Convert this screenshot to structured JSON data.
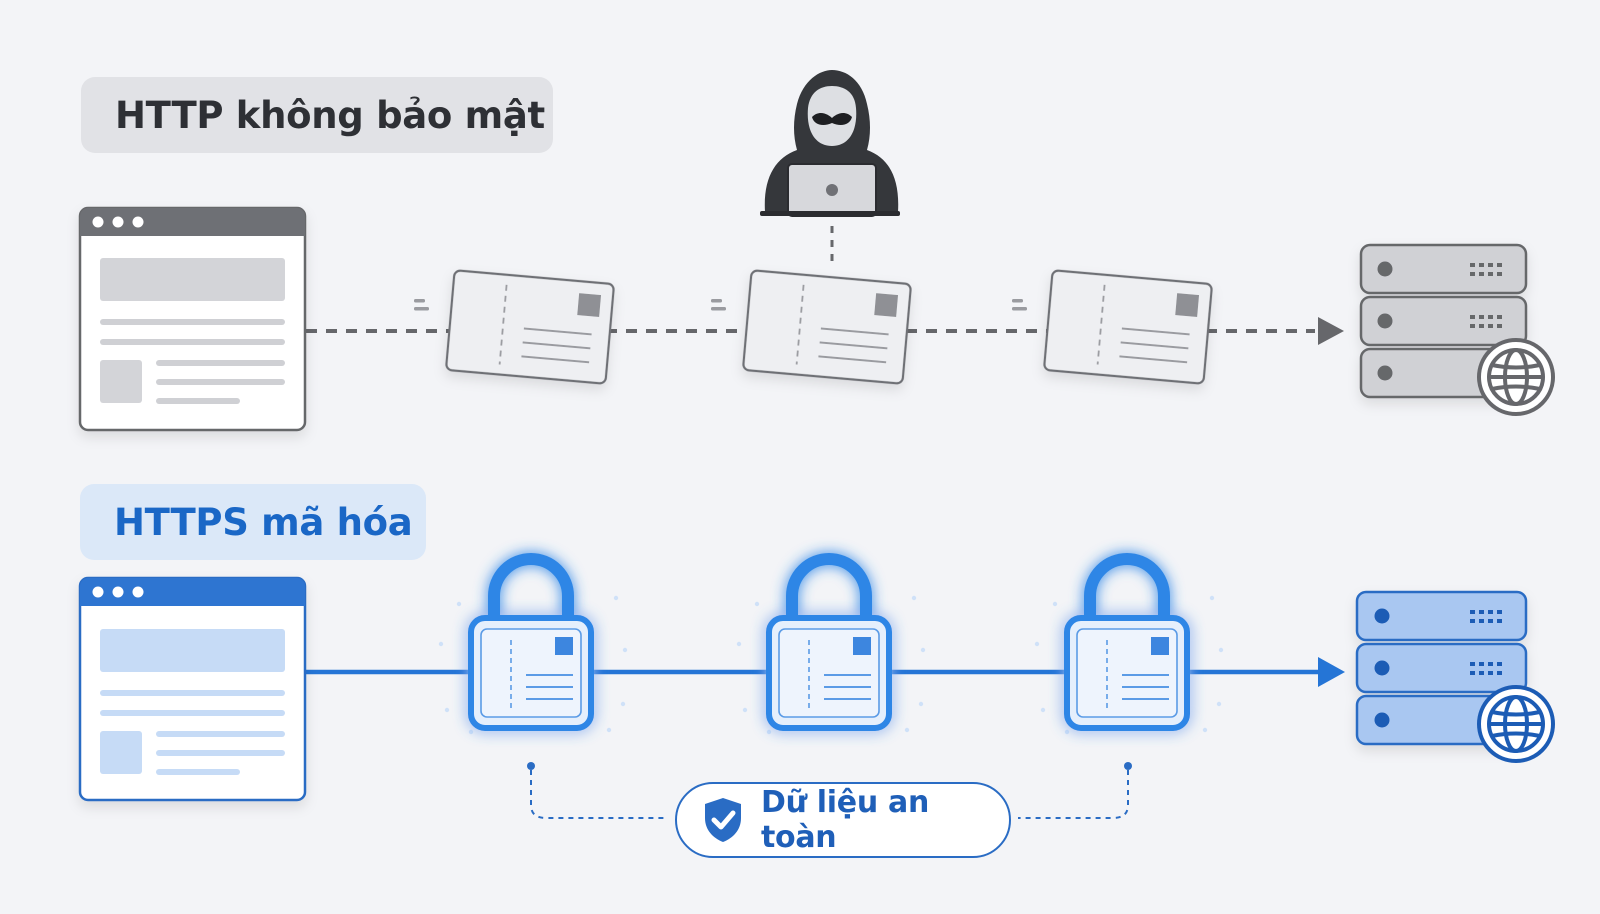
{
  "http_section": {
    "label": "HTTP không bảo mật",
    "color": "#6e6f74",
    "client_icon": "browser-window-icon",
    "attacker_icon": "hacker-laptop-icon",
    "packet_icon": "postcard-icon",
    "packet_count": 3,
    "server_icon": "server-stack-icon",
    "globe_icon": "globe-icon"
  },
  "https_section": {
    "label": "HTTPS mã hóa",
    "color": "#2575d6",
    "client_icon": "browser-window-icon",
    "packet_icon": "padlock-postcard-icon",
    "packet_count": 3,
    "server_icon": "server-stack-icon",
    "globe_icon": "globe-icon"
  },
  "safe_badge": {
    "label": "Dữ liệu an toàn",
    "icon": "shield-check-icon",
    "color": "#2a6cc4"
  }
}
